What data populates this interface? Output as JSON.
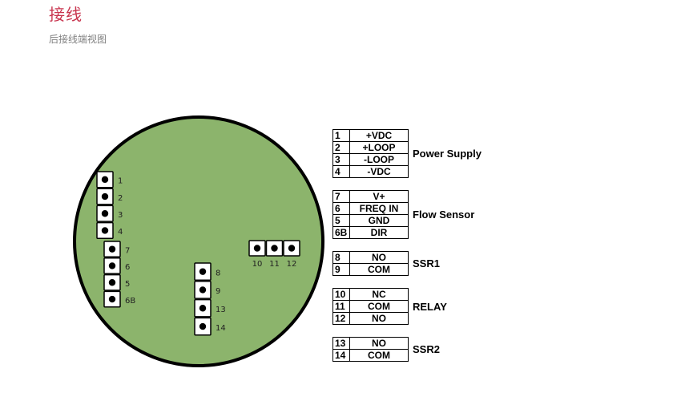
{
  "header": {
    "title": "接线",
    "subtitle": "后接线端视图"
  },
  "board": {
    "fill_color": "#8cb46c",
    "outline_color": "#000000"
  },
  "terminal_blocks": [
    {
      "id": "block-a",
      "pins": [
        "1",
        "2",
        "3",
        "4"
      ]
    },
    {
      "id": "block-b",
      "pins": [
        "7",
        "6",
        "5",
        "6B"
      ]
    },
    {
      "id": "block-c",
      "pins": [
        "8",
        "9",
        "13",
        "14"
      ]
    },
    {
      "id": "block-d",
      "pins": [
        "10",
        "11",
        "12"
      ]
    }
  ],
  "legend_groups": [
    {
      "label": "Power Supply",
      "rows": [
        {
          "num": "1",
          "signal": "+VDC"
        },
        {
          "num": "2",
          "signal": "+LOOP"
        },
        {
          "num": "3",
          "signal": "-LOOP"
        },
        {
          "num": "4",
          "signal": "-VDC"
        }
      ]
    },
    {
      "label": "Flow Sensor",
      "rows": [
        {
          "num": "7",
          "signal": "V+"
        },
        {
          "num": "6",
          "signal": "FREQ IN"
        },
        {
          "num": "5",
          "signal": "GND"
        },
        {
          "num": "6B",
          "signal": "DIR"
        }
      ]
    },
    {
      "label": "SSR1",
      "rows": [
        {
          "num": "8",
          "signal": "NO"
        },
        {
          "num": "9",
          "signal": "COM"
        }
      ]
    },
    {
      "label": "RELAY",
      "rows": [
        {
          "num": "10",
          "signal": "NC"
        },
        {
          "num": "11",
          "signal": "COM"
        },
        {
          "num": "12",
          "signal": "NO"
        }
      ]
    },
    {
      "label": "SSR2",
      "rows": [
        {
          "num": "13",
          "signal": "NO"
        },
        {
          "num": "14",
          "signal": "COM"
        }
      ]
    }
  ]
}
